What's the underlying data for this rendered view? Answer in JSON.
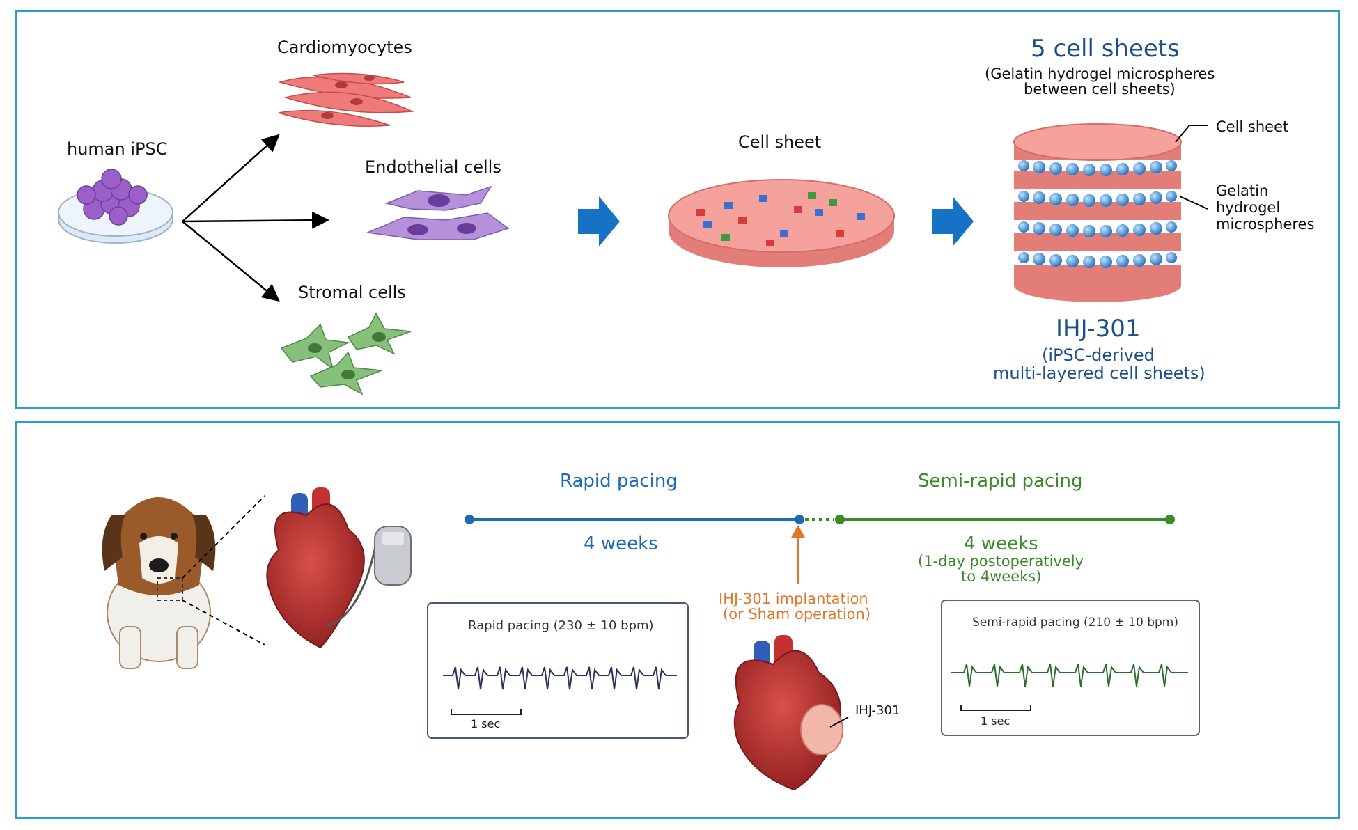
{
  "top_panel": {
    "source_label": "human iPSC",
    "cell_types": [
      "Cardiomyocytes",
      "Endothelial cells",
      "Stromal cells"
    ],
    "cell_sheet_label": "Cell sheet",
    "stack_title": "5 cell sheets",
    "stack_subtitle_line1": "(Gelatin hydrogel microspheres",
    "stack_subtitle_line2": "between cell sheets)",
    "callout_cell_sheet": "Cell sheet",
    "callout_gelatin_1": "Gelatin",
    "callout_gelatin_2": "hydrogel",
    "callout_gelatin_3": "microspheres",
    "product_name": "IHJ-301",
    "product_desc_line1": "(iPSC-derived",
    "product_desc_line2": "multi-layered cell sheets)"
  },
  "bottom_panel": {
    "phase1_title": "Rapid pacing",
    "phase1_duration": "4 weeks",
    "phase2_title": "Semi-rapid pacing",
    "phase2_duration": "4 weeks",
    "phase2_note_line1": "(1-day postoperatively",
    "phase2_note_line2": "to 4weeks)",
    "event_line1": "IHJ-301 implantation",
    "event_line2": "(or Sham operation)",
    "ecg1_title": "Rapid pacing (230 ± 10 bpm)",
    "ecg1_scale": "1 sec",
    "ecg2_title": "Semi-rapid pacing (210 ± 10 bpm)",
    "ecg2_scale": "1 sec",
    "implant_label": "IHJ-301"
  },
  "colors": {
    "frame": "#2a9fc6",
    "rapid": "#1a6cb6",
    "semi_rapid": "#3b8a28",
    "implant_event": "#e0782a",
    "arrow": "#1572c4",
    "navy_text": "#1b4f8a"
  },
  "icons": [
    "petri-dish-icon",
    "cardiomyocyte-icon",
    "endothelial-cell-icon",
    "stromal-cell-icon",
    "cell-sheet-disc-icon",
    "multilayer-stack-icon",
    "beagle-icon",
    "heart-icon",
    "pacemaker-icon",
    "heart-with-patch-icon"
  ]
}
